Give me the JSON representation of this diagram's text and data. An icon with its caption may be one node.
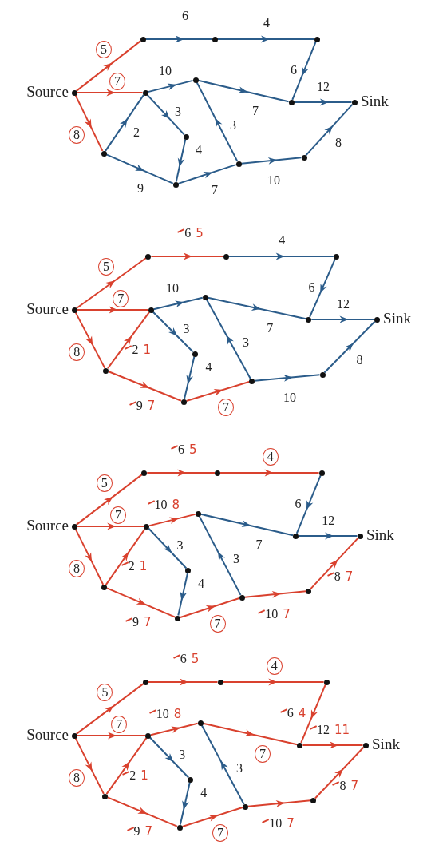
{
  "diagram": {
    "nodes": [
      {
        "text": [],
        "shape": "circle",
        "beside": [
          "Source"
        ]
      },
      {
        "text": [],
        "shape": "circle"
      },
      {
        "text": [],
        "shape": "circle"
      },
      {
        "text": [],
        "shape": "circle"
      },
      {
        "text": [],
        "shape": "circle"
      },
      {
        "text": [],
        "shape": "circle"
      },
      {
        "text": [],
        "shape": "circle"
      },
      {
        "text": [],
        "shape": "circle",
        "beside": [
          "Sink"
        ]
      },
      {
        "text": [],
        "shape": "circle"
      },
      {
        "text": [],
        "shape": "circle"
      },
      {
        "text": [],
        "shape": "circle"
      },
      {
        "text": [],
        "shape": "circle"
      },
      {
        "text": [],
        "shape": "circle"
      },
      {
        "text": [],
        "shape": "circle",
        "beside": [
          "Source"
        ]
      },
      {
        "text": [],
        "shape": "circle"
      },
      {
        "text": [],
        "shape": "circle"
      },
      {
        "text": [],
        "shape": "circle"
      },
      {
        "text": [],
        "shape": "circle"
      },
      {
        "text": [],
        "shape": "circle"
      },
      {
        "text": [],
        "shape": "circle"
      },
      {
        "text": [],
        "shape": "circle",
        "beside": [
          "Sink"
        ]
      },
      {
        "text": [],
        "shape": "circle"
      },
      {
        "text": [],
        "shape": "circle"
      },
      {
        "text": [],
        "shape": "circle"
      },
      {
        "text": [],
        "shape": "circle"
      },
      {
        "text": [],
        "shape": "circle"
      },
      {
        "text": [],
        "shape": "circle",
        "beside": [
          "Source"
        ]
      },
      {
        "text": [],
        "shape": "circle"
      },
      {
        "text": [],
        "shape": "circle"
      },
      {
        "text": [],
        "shape": "circle"
      },
      {
        "text": [],
        "shape": "circle"
      },
      {
        "text": [],
        "shape": "circle"
      },
      {
        "text": [],
        "shape": "circle"
      },
      {
        "text": [],
        "shape": "circle",
        "beside": [
          "Sink"
        ]
      },
      {
        "text": [],
        "shape": "circle"
      },
      {
        "text": [],
        "shape": "circle"
      },
      {
        "text": [],
        "shape": "circle"
      },
      {
        "text": [],
        "shape": "circle"
      },
      {
        "text": [],
        "shape": "circle"
      },
      {
        "text": [],
        "shape": "circle",
        "beside": [
          "Source"
        ]
      },
      {
        "text": [],
        "shape": "circle"
      },
      {
        "text": [],
        "shape": "circle"
      },
      {
        "text": [],
        "shape": "circle"
      },
      {
        "text": [],
        "shape": "circle"
      },
      {
        "text": [],
        "shape": "circle"
      },
      {
        "text": [],
        "shape": "circle"
      },
      {
        "text": [],
        "shape": "circle",
        "beside": [
          "Sink"
        ]
      },
      {
        "text": [],
        "shape": "circle"
      },
      {
        "text": [],
        "shape": "circle"
      },
      {
        "text": [],
        "shape": "circle"
      },
      {
        "text": [],
        "shape": "circle"
      },
      {
        "text": [],
        "shape": "circle"
      },
      {
        "text": [
          "5"
        ]
      },
      {
        "text": [
          "7"
        ]
      },
      {
        "text": [
          "8"
        ]
      },
      {
        "text": [
          "5"
        ]
      },
      {
        "text": [
          "7"
        ]
      },
      {
        "text": [
          "8"
        ]
      },
      {
        "text": [
          "7"
        ]
      },
      {
        "text": [
          "5"
        ]
      },
      {
        "text": [
          "4"
        ]
      },
      {
        "text": [
          "7"
        ]
      },
      {
        "text": [
          "8"
        ]
      },
      {
        "text": [
          "7"
        ]
      },
      {
        "text": [
          "5"
        ]
      },
      {
        "text": [
          "4"
        ]
      },
      {
        "text": [
          "7"
        ]
      },
      {
        "text": [
          "7"
        ]
      },
      {
        "text": [
          "8"
        ]
      },
      {
        "text": [
          "7"
        ]
      }
    ],
    "edges": [
      {
        "from": 0,
        "to": 1,
        "arrow": "to"
      },
      {
        "from": 1,
        "to": 2,
        "arrow": "to",
        "label": "6",
        "color": "#2b5c8a"
      },
      {
        "from": 2,
        "to": 3,
        "arrow": "to",
        "label": "4",
        "color": "#2b5c8a"
      },
      {
        "from": 3,
        "to": 6,
        "arrow": "to",
        "label": "6",
        "color": "#2b5c8a"
      },
      {
        "from": 6,
        "to": 7,
        "arrow": "to",
        "label": "12",
        "color": "#2b5c8a"
      },
      {
        "from": 0,
        "to": 4,
        "arrow": "to"
      },
      {
        "from": 4,
        "to": 5,
        "arrow": "to",
        "label": "10",
        "color": "#2b5c8a"
      },
      {
        "from": 5,
        "to": 6,
        "arrow": "to",
        "label": "7",
        "color": "#2b5c8a"
      },
      {
        "from": 4,
        "to": 9,
        "arrow": "to",
        "label": "3",
        "color": "#2b5c8a"
      },
      {
        "from": 9,
        "to": 10,
        "arrow": "to",
        "label": "4",
        "color": "#2b5c8a"
      },
      {
        "from": 8,
        "to": 4,
        "arrow": "to",
        "label": "2",
        "color": "#2b5c8a"
      },
      {
        "from": 0,
        "to": 8,
        "arrow": "to"
      },
      {
        "from": 8,
        "to": 10,
        "arrow": "to",
        "label": "9",
        "color": "#2b5c8a"
      },
      {
        "from": 10,
        "to": 11,
        "arrow": "to",
        "label": "7",
        "color": "#2b5c8a"
      },
      {
        "from": 11,
        "to": 5,
        "arrow": "to",
        "label": "3",
        "color": "#2b5c8a"
      },
      {
        "from": 11,
        "to": 12,
        "arrow": "to",
        "label": "10",
        "color": "#2b5c8a"
      },
      {
        "from": 12,
        "to": 7,
        "arrow": "to",
        "label": "8",
        "color": "#2b5c8a"
      },
      {
        "from": 13,
        "to": 14,
        "arrow": "to"
      },
      {
        "from": 14,
        "to": 15,
        "arrow": "to",
        "label": "6 5"
      },
      {
        "from": 15,
        "to": 16,
        "arrow": "to",
        "label": "4",
        "color": "#2b5c8a"
      },
      {
        "from": 16,
        "to": 19,
        "arrow": "to",
        "label": "6",
        "color": "#2b5c8a"
      },
      {
        "from": 19,
        "to": 20,
        "arrow": "to",
        "label": "12",
        "color": "#2b5c8a"
      },
      {
        "from": 13,
        "to": 17,
        "arrow": "to"
      },
      {
        "from": 17,
        "to": 18,
        "arrow": "to",
        "label": "10",
        "color": "#2b5c8a"
      },
      {
        "from": 18,
        "to": 19,
        "arrow": "to",
        "label": "7",
        "color": "#2b5c8a"
      },
      {
        "from": 17,
        "to": 22,
        "arrow": "to",
        "label": "3",
        "color": "#2b5c8a"
      },
      {
        "from": 22,
        "to": 23,
        "arrow": "to",
        "label": "4",
        "color": "#2b5c8a"
      },
      {
        "from": 21,
        "to": 17,
        "arrow": "to",
        "label": "2 1"
      },
      {
        "from": 13,
        "to": 21,
        "arrow": "to"
      },
      {
        "from": 21,
        "to": 23,
        "arrow": "to",
        "label": "9 7"
      },
      {
        "from": 23,
        "to": 24,
        "arrow": "to"
      },
      {
        "from": 24,
        "to": 18,
        "arrow": "to",
        "label": "3",
        "color": "#2b5c8a"
      },
      {
        "from": 24,
        "to": 25,
        "arrow": "to",
        "label": "10",
        "color": "#2b5c8a"
      },
      {
        "from": 25,
        "to": 20,
        "arrow": "to",
        "label": "8",
        "color": "#2b5c8a"
      },
      {
        "from": 26,
        "to": 27,
        "arrow": "to"
      },
      {
        "from": 27,
        "to": 28,
        "arrow": "to",
        "label": "6 5"
      },
      {
        "from": 28,
        "to": 29,
        "arrow": "to"
      },
      {
        "from": 29,
        "to": 32,
        "arrow": "to",
        "label": "6",
        "color": "#2b5c8a"
      },
      {
        "from": 32,
        "to": 33,
        "arrow": "to",
        "label": "12",
        "color": "#2b5c8a"
      },
      {
        "from": 26,
        "to": 30,
        "arrow": "to"
      },
      {
        "from": 30,
        "to": 31,
        "arrow": "to",
        "label": "10 8"
      },
      {
        "from": 31,
        "to": 32,
        "arrow": "to",
        "label": "7",
        "color": "#2b5c8a"
      },
      {
        "from": 30,
        "to": 35,
        "arrow": "to",
        "label": "3",
        "color": "#2b5c8a"
      },
      {
        "from": 35,
        "to": 36,
        "arrow": "to",
        "label": "4",
        "color": "#2b5c8a"
      },
      {
        "from": 34,
        "to": 30,
        "arrow": "to",
        "label": "2 1"
      },
      {
        "from": 26,
        "to": 34,
        "arrow": "to"
      },
      {
        "from": 34,
        "to": 36,
        "arrow": "to",
        "label": "9 7"
      },
      {
        "from": 36,
        "to": 37,
        "arrow": "to"
      },
      {
        "from": 37,
        "to": 31,
        "arrow": "to",
        "label": "3",
        "color": "#2b5c8a"
      },
      {
        "from": 37,
        "to": 38,
        "arrow": "to",
        "label": "10 7"
      },
      {
        "from": 38,
        "to": 33,
        "arrow": "to",
        "label": "8 7"
      },
      {
        "from": 39,
        "to": 40,
        "arrow": "to"
      },
      {
        "from": 40,
        "to": 41,
        "arrow": "to",
        "label": "6 5"
      },
      {
        "from": 41,
        "to": 42,
        "arrow": "to"
      },
      {
        "from": 42,
        "to": 45,
        "arrow": "to",
        "label": "6 4"
      },
      {
        "from": 45,
        "to": 46,
        "arrow": "to",
        "label": "12 11"
      },
      {
        "from": 39,
        "to": 43,
        "arrow": "to"
      },
      {
        "from": 43,
        "to": 44,
        "arrow": "to",
        "label": "10 8"
      },
      {
        "from": 44,
        "to": 45,
        "arrow": "to"
      },
      {
        "from": 43,
        "to": 48,
        "arrow": "to",
        "label": "3",
        "color": "#2b5c8a"
      },
      {
        "from": 48,
        "to": 49,
        "arrow": "to",
        "label": "4",
        "color": "#2b5c8a"
      },
      {
        "from": 47,
        "to": 43,
        "arrow": "to",
        "label": "2 1"
      },
      {
        "from": 39,
        "to": 47,
        "arrow": "to"
      },
      {
        "from": 47,
        "to": 49,
        "arrow": "to",
        "label": "9 7"
      },
      {
        "from": 49,
        "to": 50,
        "arrow": "to"
      },
      {
        "from": 50,
        "to": 44,
        "arrow": "to",
        "label": "3",
        "color": "#2b5c8a"
      },
      {
        "from": 50,
        "to": 51,
        "arrow": "to",
        "label": "10 7"
      },
      {
        "from": 51,
        "to": 46,
        "arrow": "to",
        "label": "8 7"
      }
    ]
  }
}
